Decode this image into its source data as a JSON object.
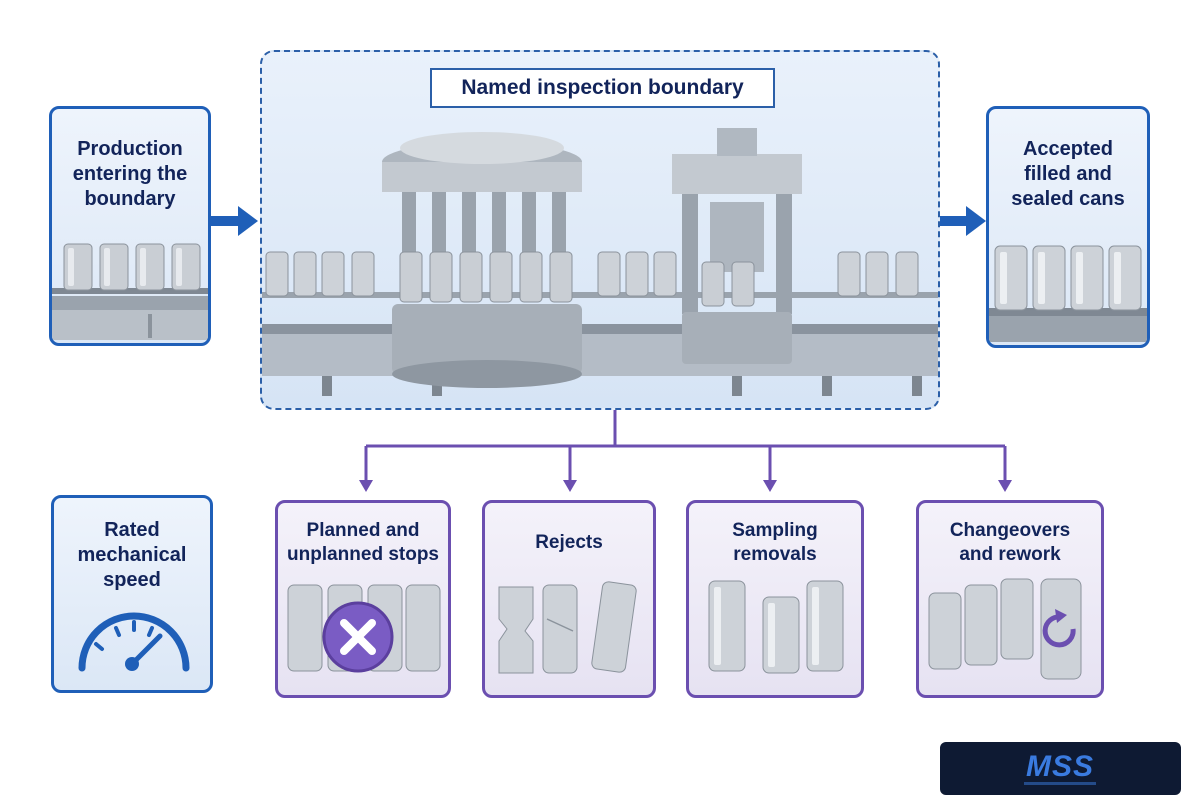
{
  "boundary": {
    "title": "Named inspection boundary"
  },
  "inputs": {
    "production_entering": [
      "Production",
      "entering the",
      "boundary"
    ],
    "accepted_output": [
      "Accepted",
      "filled and",
      "sealed cans"
    ]
  },
  "rated_speed": {
    "label": [
      "Rated",
      "mechanical",
      "speed"
    ],
    "icon": "speedometer-icon"
  },
  "losses": [
    {
      "label": [
        "Planned and",
        "unplanned stops"
      ],
      "icon": "x-circle-icon"
    },
    {
      "label": [
        "Rejects"
      ],
      "icon": "dented-cans"
    },
    {
      "label": [
        "Sampling",
        "removals"
      ],
      "icon": "cans"
    },
    {
      "label": [
        "Changeovers",
        "and rework"
      ],
      "icon": "refresh-icon"
    }
  ],
  "logo": {
    "text": "MSS"
  },
  "colors": {
    "input_blue": "#1f5fb8",
    "loss_purple": "#6b4fb0",
    "text_navy": "#12245a",
    "logo_bg": "#0e1a33"
  }
}
